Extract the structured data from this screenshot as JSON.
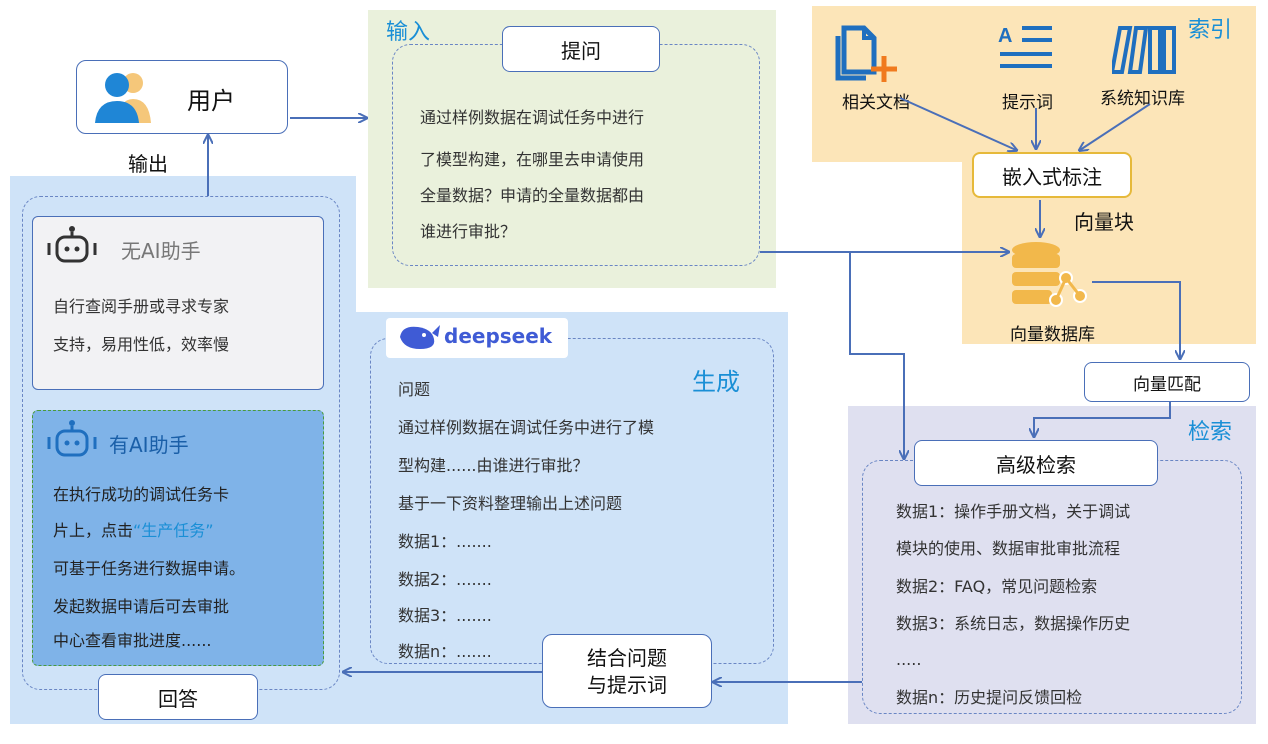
{
  "user": {
    "label": "用户"
  },
  "output_label": "输出",
  "input": {
    "title": "输入",
    "question_label": "提问",
    "lines": [
      "通过样例数据在调试任务中进行",
      "了模型构建，在哪里去申请使用",
      "全量数据？申请的全量数据都由",
      "谁进行审批？"
    ]
  },
  "index": {
    "title": "索引",
    "items": [
      "相关文档",
      "提示词",
      "系统知识库"
    ],
    "embed_label": "嵌入式标注",
    "vector_chunk": "向量块",
    "vector_db": "向量数据库"
  },
  "vector_match": "向量匹配",
  "retrieval": {
    "title": "检索",
    "advanced": "高级检索",
    "lines": [
      "数据1：操作手册文档，关于调试",
      "模块的使用、数据审批审批流程",
      "数据2：FAQ，常见问题检索",
      "数据3：系统日志，数据操作历史",
      ".....",
      "数据n：历史提问反馈回检"
    ]
  },
  "generation": {
    "title": "生成",
    "brand": "deepseek",
    "lines": [
      "问题",
      "通过样例数据在调试任务中进行了模",
      "型构建......由谁进行审批？",
      "基于一下资料整理输出上述问题",
      "数据1：.......",
      "数据2：.......",
      "数据3：.......",
      "数据n：......."
    ],
    "combine": [
      "结合问题",
      "与提示词"
    ]
  },
  "no_ai": {
    "title": "无AI助手",
    "lines": [
      "自行查阅手册或寻求专家",
      "支持，易用性低，效率慢"
    ]
  },
  "with_ai": {
    "title": "有AI助手",
    "lines": [
      "在执行成功的调试任务卡",
      "片上，点击",
      "“生产任务”",
      "可基于任务进行数据申请。",
      "发起数据申请后可去审批",
      "中心查看审批进度......"
    ]
  },
  "answer": "回答",
  "colors": {
    "accent": "#1a8fd6",
    "arrow": "#4a6fb8",
    "quote": "#1a8fd6"
  }
}
